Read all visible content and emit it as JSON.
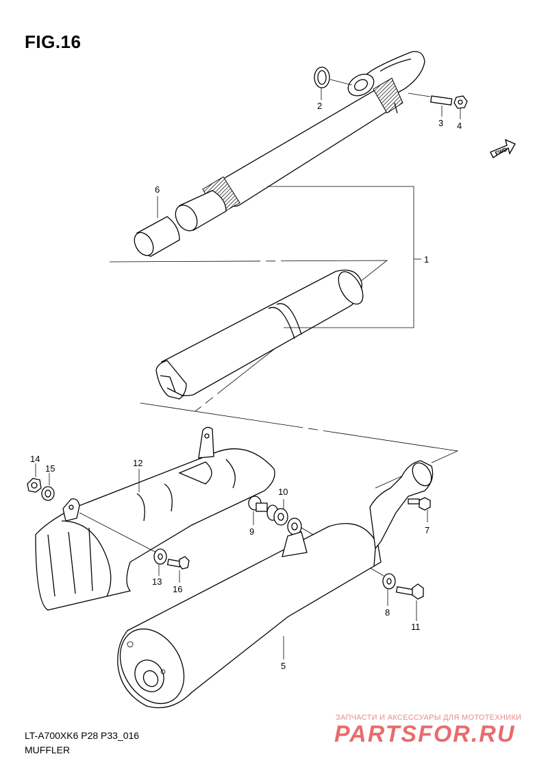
{
  "figure": {
    "title": "FIG.16",
    "code": "LT-A700XK6 P28 P33_016",
    "name": "MUFFLER"
  },
  "fwd_label": "FWD",
  "callouts": {
    "c1": "1",
    "c2": "2",
    "c3": "3",
    "c4": "4",
    "c5": "5",
    "c6": "6",
    "c7": "7",
    "c8": "8",
    "c9": "9",
    "c10": "10",
    "c11": "11",
    "c12": "12",
    "c13": "13",
    "c14": "14",
    "c15": "15",
    "c16": "16"
  },
  "watermark": {
    "caption": "ЗАПЧАСТИ И АКСЕССУАРЫ ДЛЯ МОТОТЕХНИКИ",
    "logo": "PARTSFOR.RU"
  }
}
